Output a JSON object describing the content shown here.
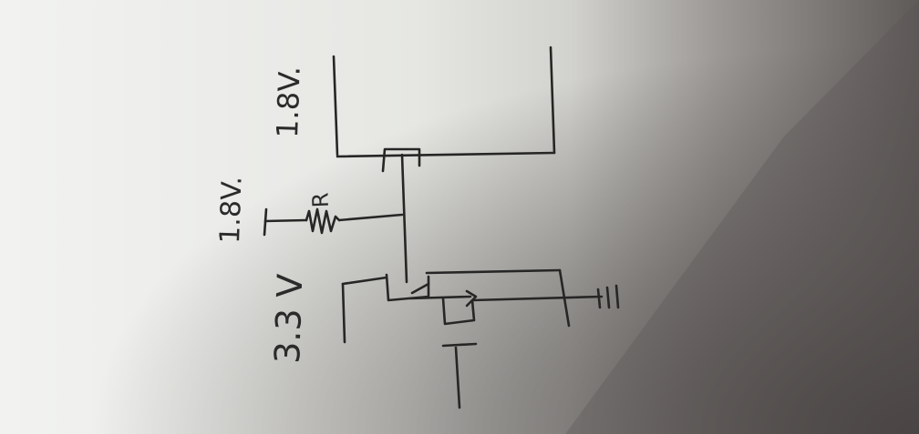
{
  "diagram": {
    "labels": {
      "supply_left": "3.3 V",
      "pullup_supply": "1.8V.",
      "resistor": "R",
      "supply_right": "1.8V."
    }
  }
}
